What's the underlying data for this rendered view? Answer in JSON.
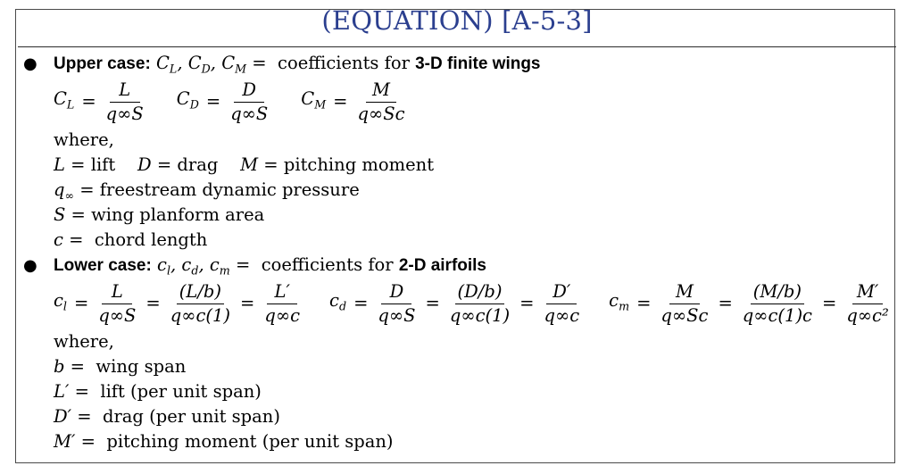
{
  "title": "(EQUATION) [A-5-3]",
  "upper": {
    "label": "Upper case:",
    "symbols": "C_L, C_D, C_M",
    "desc_prefix": "=  coefficients for ",
    "desc_bold": "3-D finite wings",
    "equations": [
      {
        "lhs": "C",
        "lhs_sub": "L",
        "num": "L",
        "den": "q∞S"
      },
      {
        "lhs": "C",
        "lhs_sub": "D",
        "num": "D",
        "den": "q∞S"
      },
      {
        "lhs": "C",
        "lhs_sub": "M",
        "num": "M",
        "den": "q∞Sc"
      }
    ],
    "where": "where,",
    "defs": {
      "lift": "lift",
      "drag": "drag",
      "pitching": "pitching moment",
      "q": "freestream dynamic pressure",
      "S": "wing planform area",
      "c": "chord length"
    }
  },
  "lower": {
    "label": "Lower case:",
    "desc_prefix": "=  coefficients for ",
    "desc_bold": "2-D airfoils",
    "equations": [
      {
        "lhs": "c",
        "lhs_sub": "l",
        "fracs": [
          {
            "num": "L",
            "den": "q∞S"
          },
          {
            "num": "(L/b)",
            "den": "q∞c(1)"
          },
          {
            "num": "L′",
            "den": "q∞c"
          }
        ]
      },
      {
        "lhs": "c",
        "lhs_sub": "d",
        "fracs": [
          {
            "num": "D",
            "den": "q∞S"
          },
          {
            "num": "(D/b)",
            "den": "q∞c(1)"
          },
          {
            "num": "D′",
            "den": "q∞c"
          }
        ]
      },
      {
        "lhs": "c",
        "lhs_sub": "m",
        "fracs": [
          {
            "num": "M",
            "den": "q∞Sc"
          },
          {
            "num": "(M/b)",
            "den": "q∞c(1)c"
          },
          {
            "num": "M′",
            "den": "q∞c²"
          }
        ]
      }
    ],
    "where": "where,",
    "defs": {
      "b": "wing span",
      "Lp": "lift (per unit span)",
      "Dp": "drag (per unit span)",
      "Mp": "pitching moment (per unit span)"
    }
  },
  "colors": {
    "title": "#2b3f8f",
    "border": "#4a4a4a"
  }
}
